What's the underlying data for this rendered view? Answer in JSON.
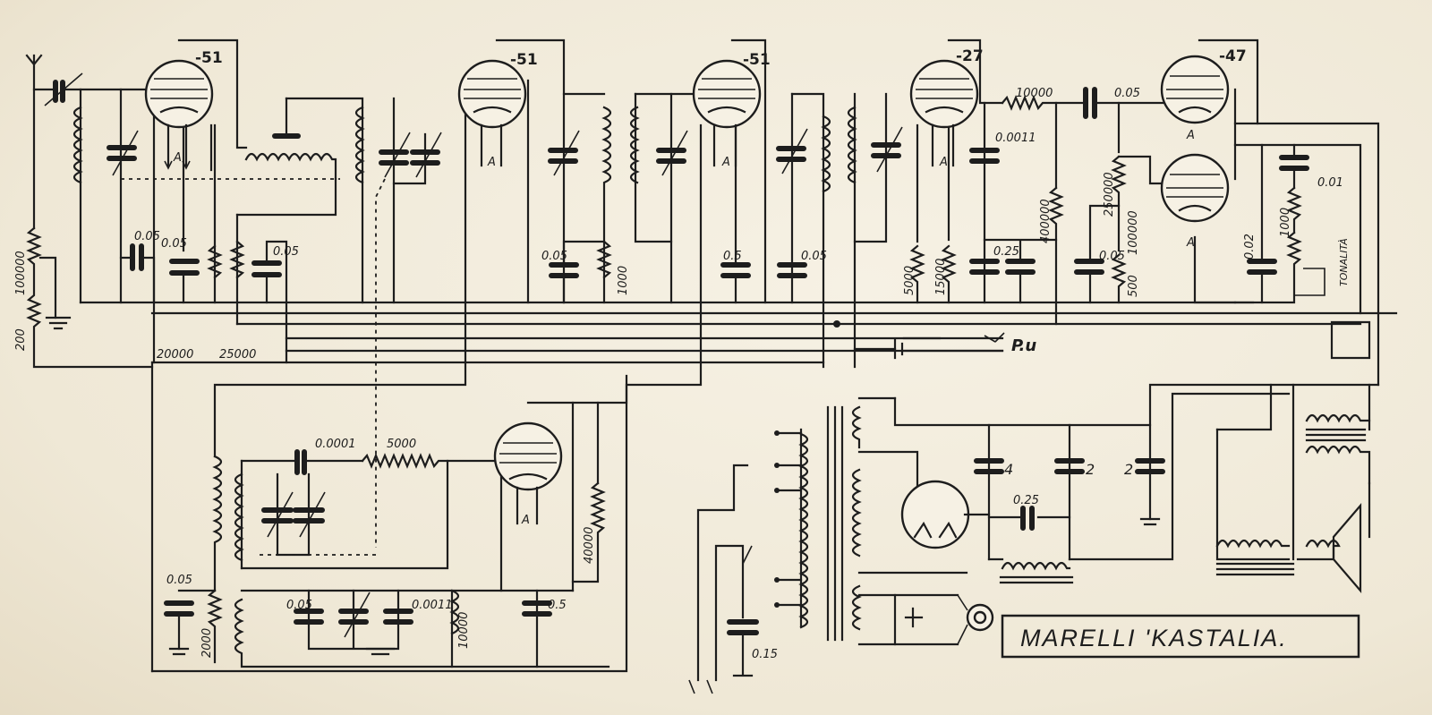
{
  "title": "MARELLI 'KASTALIA.",
  "tubes": [
    "-51",
    "-51",
    "-51",
    "-27",
    "-47"
  ],
  "tube_pin_label": "A",
  "pickup_label": "P.u",
  "tone_label": "TONALITÀ",
  "values": {
    "v10000": "10000",
    "v0_05a": "0.05",
    "v0_0011a": "0.0011",
    "v100000a": "100000",
    "v200": "200",
    "v0_05b": "0.05",
    "v0_05c": "0.05",
    "v0_05d": "0.05",
    "v0_05e": "0.05",
    "v1000a": "1000",
    "v0_5a": "0.5",
    "v0_05f": "0.05",
    "v5000a": "5000",
    "v15000": "15000",
    "v0_25a": "0.25",
    "v400000": "400000",
    "v250000": "250000",
    "v100000b": "100000",
    "v0_05g": "0.05",
    "v500": "500",
    "v0_02": "0.02",
    "v1000b": "1000",
    "v0_01": "0.01",
    "v20000": "20000",
    "v25000": "25000",
    "v0_0001": "0.0001",
    "v5000b": "5000",
    "v40000": "40000",
    "v0_05h": "0.05",
    "v2000": "2000",
    "v0_05i": "0.05",
    "v0_0011b": "0.0011",
    "v10000b": "10000",
    "v0_5b": "0.5",
    "v0_15": "0.15",
    "v4": "4",
    "v2a": "2",
    "v2b": "2",
    "v0_25b": "0.25"
  }
}
